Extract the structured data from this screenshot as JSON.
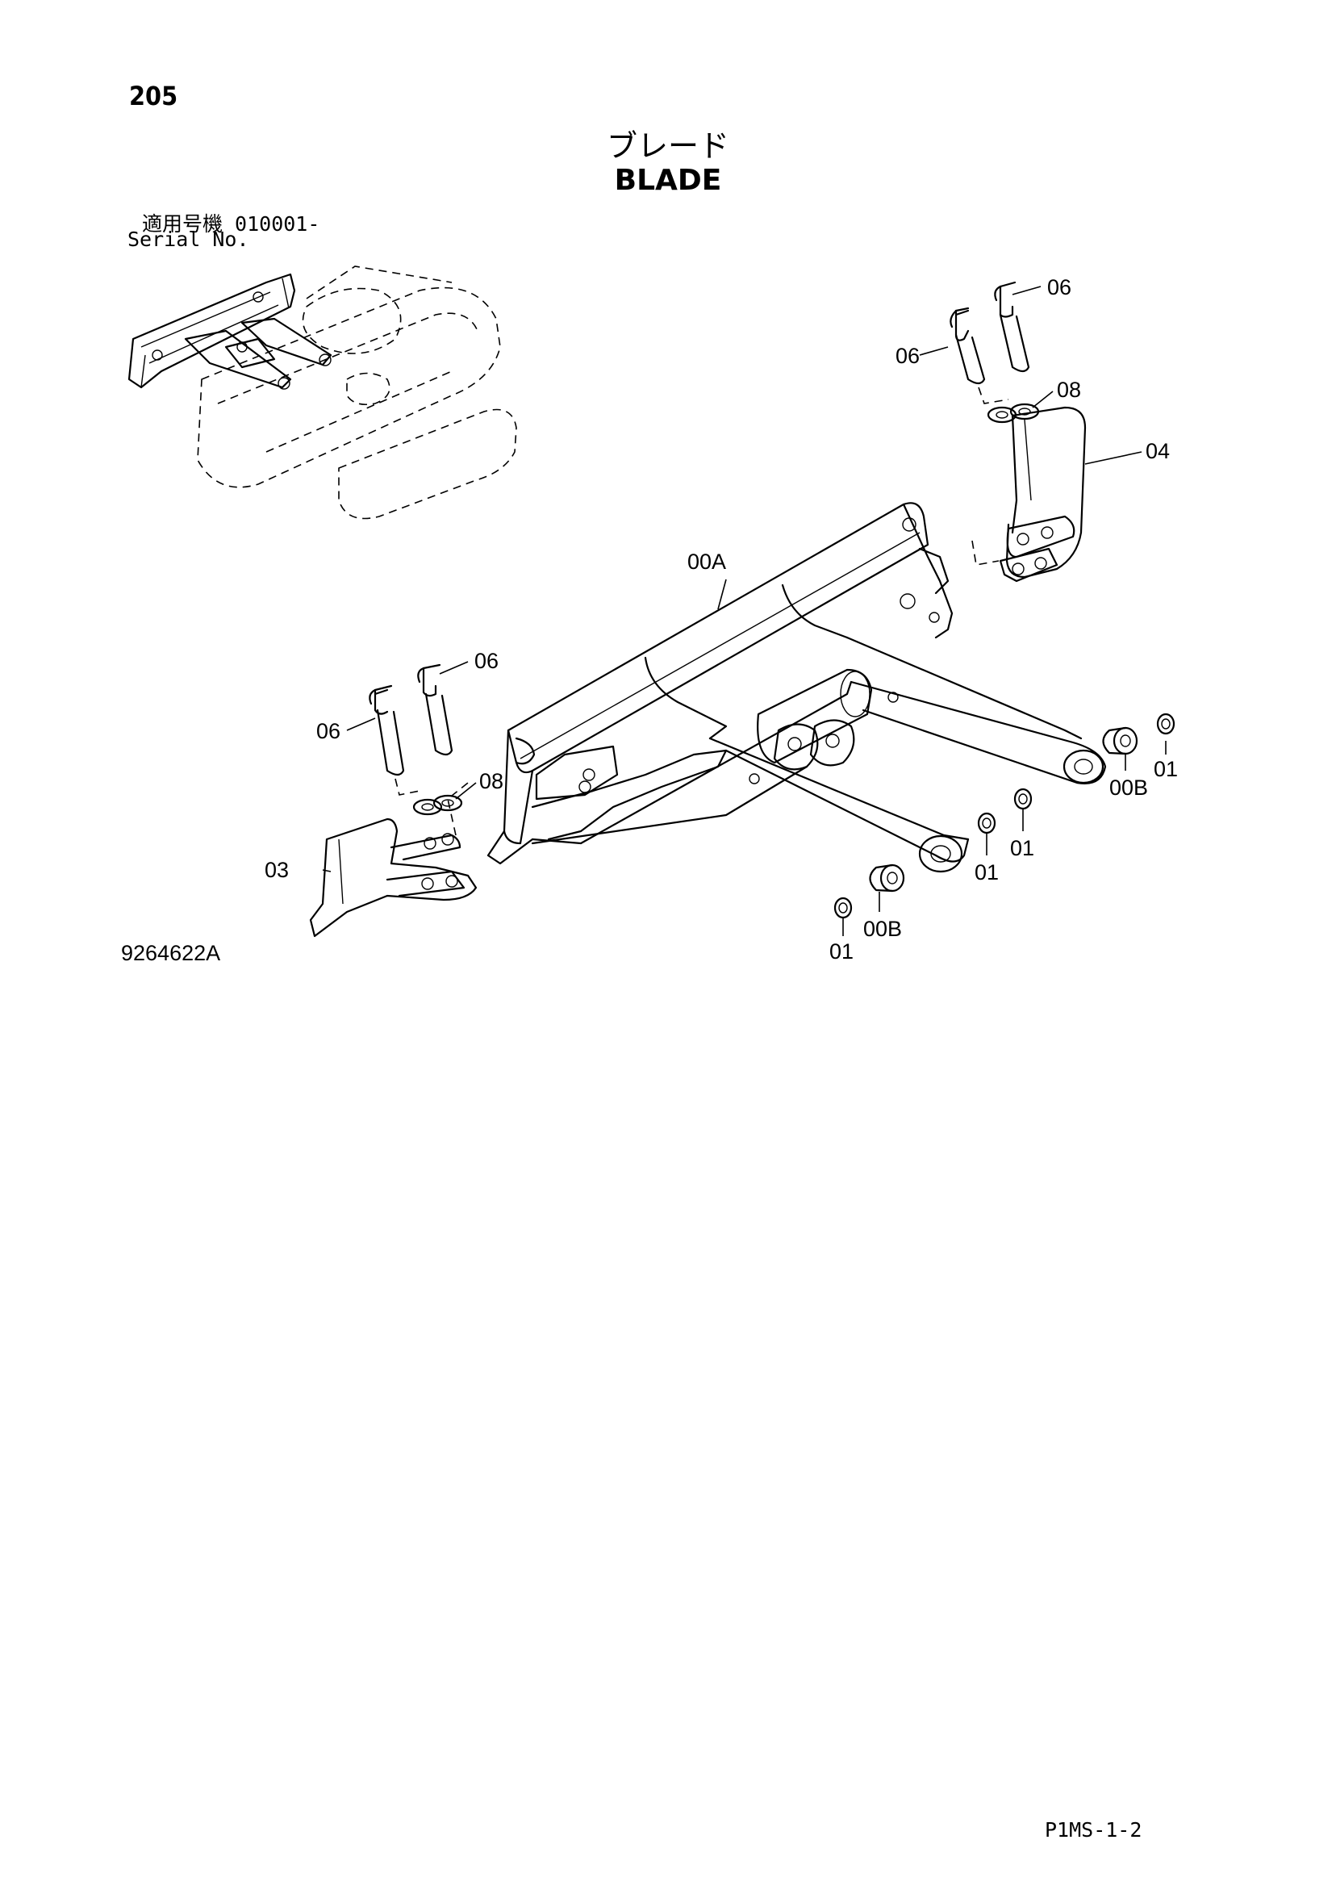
{
  "page": {
    "page_number": "205",
    "title_jp": "ブレード",
    "title_en": "BLADE",
    "serial_label_jp": "適用号機  010001-",
    "serial_label_en": "Serial No.",
    "drawing_number": "9264622A",
    "footer_code": "P1MS-1-2"
  },
  "callouts": {
    "c06_a": "06",
    "c06_b": "06",
    "c08_a": "08",
    "c04": "04",
    "c00A": "00A",
    "c06_c": "06",
    "c06_d": "06",
    "c08_b": "08",
    "c03": "03",
    "c01_a": "01",
    "c00B_a": "00B",
    "c01_b": "01",
    "c01_c": "01",
    "c00B_b": "00B",
    "c01_d": "01"
  }
}
